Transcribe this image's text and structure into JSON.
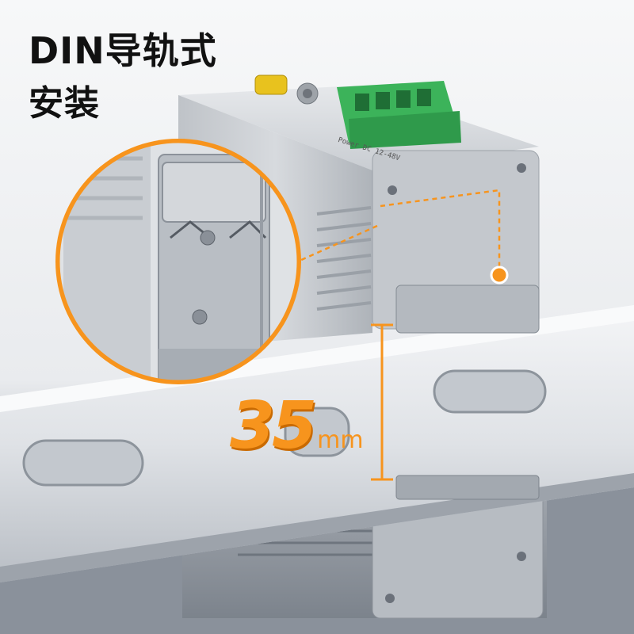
{
  "title": {
    "line1": "DIN导轨式",
    "line2": "安装"
  },
  "dimension": {
    "value": "35",
    "unit": "mm"
  },
  "device_label": "Power DC 12-48V",
  "colors": {
    "accent": "#f7941d",
    "terminal_green": "#3cb35a",
    "housing": "#c8ccd1",
    "rail": "#dcdfe3"
  }
}
